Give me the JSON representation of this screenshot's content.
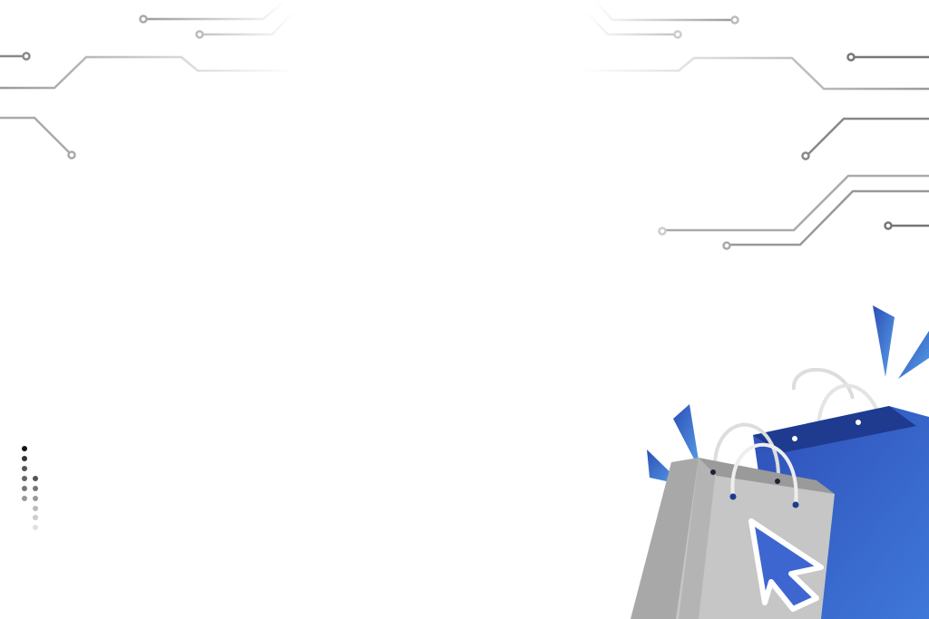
{
  "colors": {
    "background": "#ffffff",
    "circuit_line": "#9a9a9a",
    "circuit_line_light": "#d0d0d0",
    "bag_blue": "#3a63c8",
    "bag_blue_dark": "#1f3f9a",
    "bag_gray": "#c4c4c4",
    "bag_gray_dark": "#9c9c9c",
    "accent_blue": "#3d6fd6"
  },
  "icons": [
    "circuit-lines",
    "dot-grid",
    "shopping-bag-blue",
    "shopping-bag-gray",
    "cursor-arrow",
    "accent-triangles"
  ]
}
